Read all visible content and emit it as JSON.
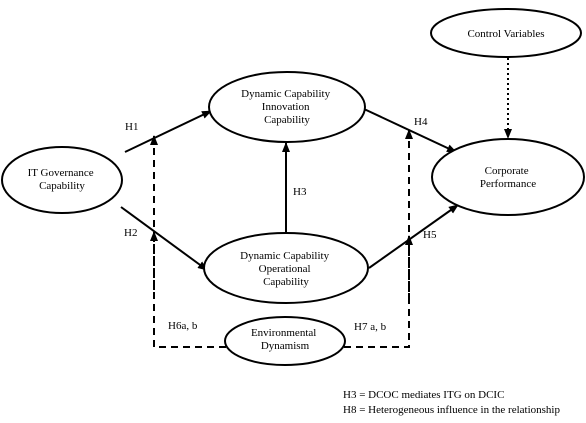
{
  "nodes": {
    "control_variables": {
      "lines": [
        "Control Variables"
      ]
    },
    "it_governance": {
      "lines": [
        "IT Governance",
        "Capability"
      ]
    },
    "dcic": {
      "lines": [
        "Dynamic Capability",
        "Innovation",
        "Capability"
      ]
    },
    "dcoc": {
      "lines": [
        "Dynamic Capability",
        "Operational",
        "Capability"
      ]
    },
    "corporate_performance": {
      "lines": [
        "Corporate",
        "Performance"
      ]
    },
    "environmental_dynamism": {
      "lines": [
        "Environmental",
        "Dynamism"
      ]
    }
  },
  "edges": {
    "h1": "H1",
    "h2": "H2",
    "h3": "H3",
    "h4": "H4",
    "h5": "H5",
    "h6": "H6a, b",
    "h7": "H7 a, b"
  },
  "notes": {
    "h3_note": "H3 = DCOC mediates ITG on DCIC",
    "h8_note": "H8 = Heterogeneous influence  in the relationship"
  }
}
